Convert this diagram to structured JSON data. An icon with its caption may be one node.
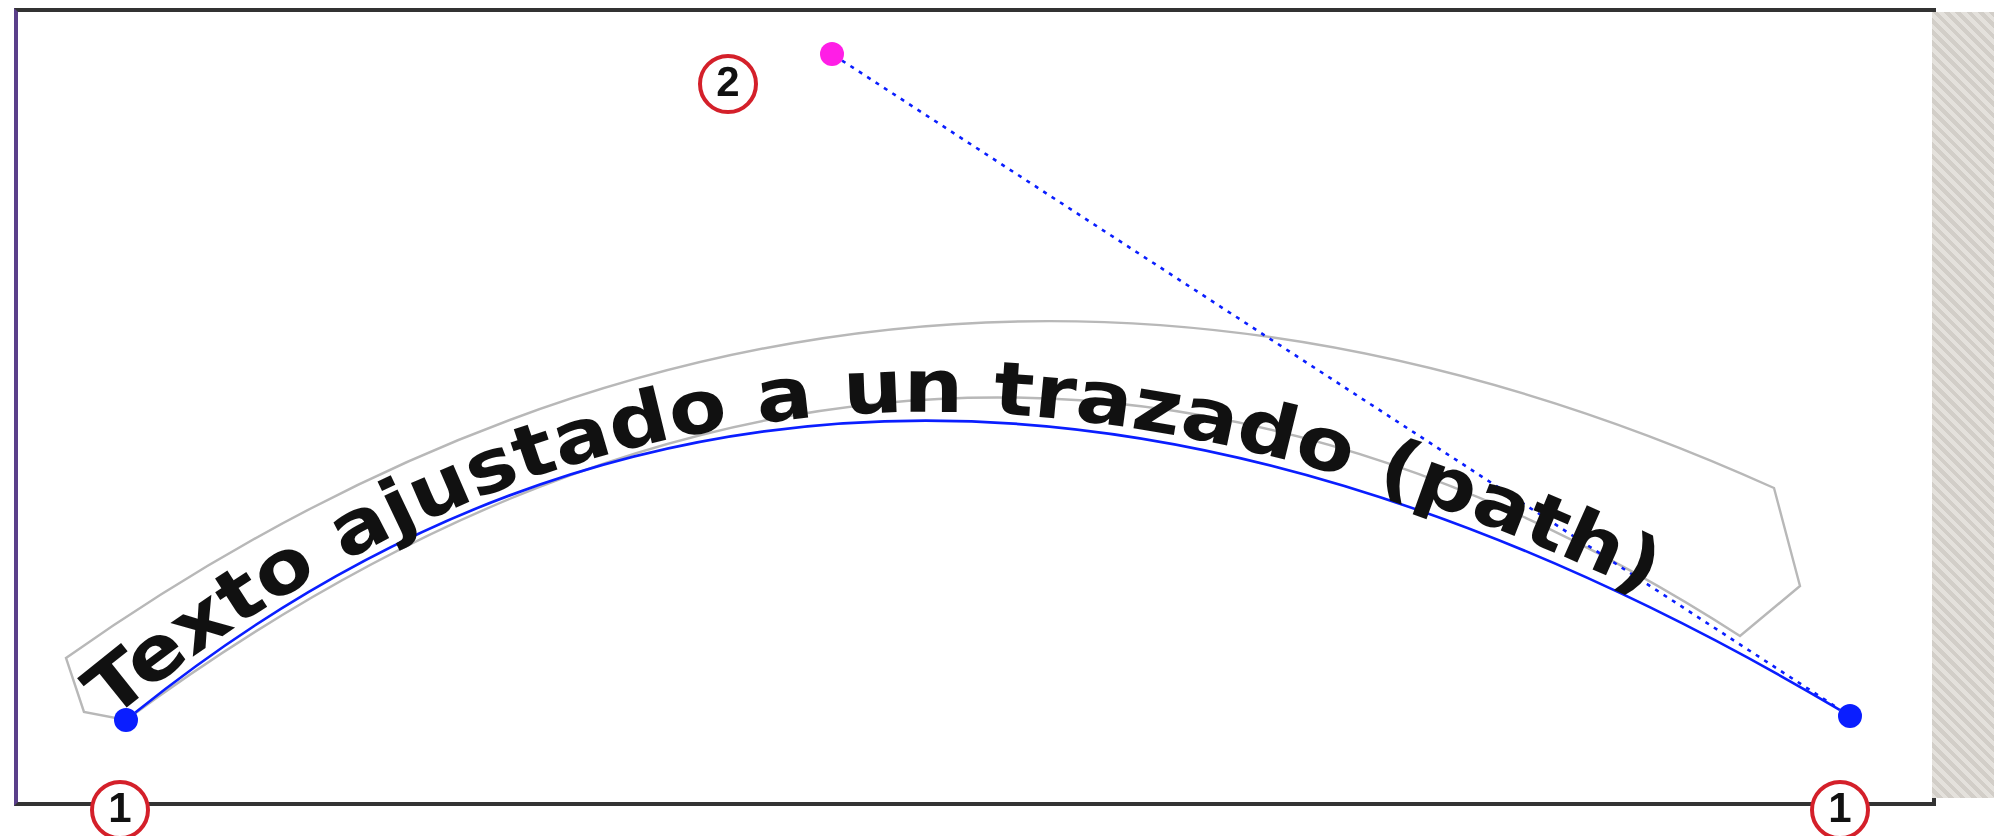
{
  "diagram": {
    "nodes": [
      {
        "text": [],
        "shape": "circle"
      },
      {
        "text": [],
        "shape": "circle"
      },
      {
        "text": [],
        "shape": "circle"
      }
    ],
    "edges": [
      {
        "from": 0,
        "to": 2,
        "arrow": "none"
      },
      {
        "from": 1,
        "to": 2,
        "arrow": "none",
        "style": "dashed"
      }
    ],
    "labels": [
      "2",
      "Texto ajustado a un trazado (path)",
      "1",
      "1"
    ]
  }
}
